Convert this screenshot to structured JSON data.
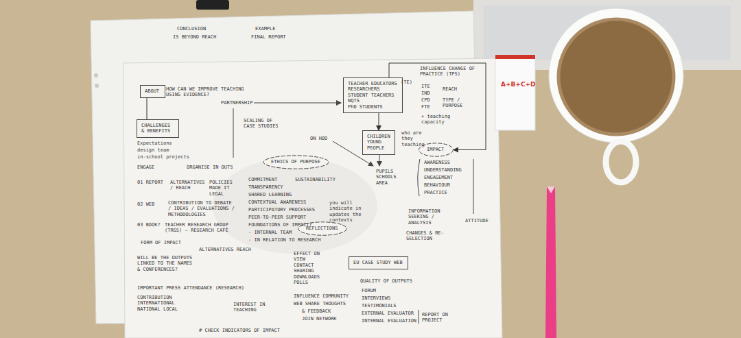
{
  "diagram": {
    "nodes": [
      {
        "text": [
          "ABOUT"
        ]
      },
      {
        "text": [
          "CHALLENGES & BENEFITS"
        ]
      },
      {
        "text": [
          "TEACHER EDUCATORS",
          "RESEARCHERS",
          "STUDENT TEACHERS",
          "NQTS",
          "PhD STUDENTS"
        ]
      },
      {
        "text": [
          "CHILDREN YOUNG PEOPLE"
        ]
      },
      {
        "text": [
          "ETHICS OF PURPOSE"
        ]
      },
      {
        "text": [
          "REFLECTIONS"
        ]
      },
      {
        "text": [
          "IMPACT"
        ]
      },
      {
        "text": [
          "EU CASE STUDY WEB"
        ]
      }
    ],
    "edges": [
      {
        "from": 0,
        "to": 1,
        "arrow": "none"
      },
      {
        "from": 2,
        "to": 3,
        "arrow": "to"
      },
      {
        "from": 2,
        "to": 6,
        "arrow": "to"
      }
    ],
    "labels": [
      "CONCLUSION",
      "IS BEYOND REACH",
      "EXAMPLE",
      "FINAL REPORT",
      "HOW CAN WE IMPROVE TEACHING USING EVIDENCE?",
      "Expectations",
      "design team",
      "in-school projects",
      "ENGAGE",
      "ORGANISE IN OUTS",
      "01 REPORT",
      "ALTERNATIVES / REACH",
      "POLICIES MADE IT LEGAL",
      "02 WEB",
      "CONTRIBUTION TO DEBATE / IDEAS / EVALUATIONS / METHODOLOGIES",
      "03 BOOK?",
      "TEACHER RESEARCH GROUP (TRGS) — RESEARCH CAFÉ",
      "FORM OF IMPACT",
      "ALTERNATIVES REACH",
      "WILL BE THE OUTPUTS LINKED TO THE NAMES & CONFERENCES?",
      "IMPORTANT PRESS ATTENDANCE (RESEARCH)",
      "CONTRIBUTION INTERNATIONAL NATIONAL LOCAL",
      "INTEREST IN TEACHING",
      "# CHECK INDICATORS OF IMPACT",
      "PARTNERSHIP",
      "SCALING OF CASE STUDIES",
      "COMMITMENT",
      "SUSTAINABILITY",
      "TRANSPARENCY",
      "SHARED LEARNING",
      "CONTEXTUAL AWARENESS",
      "PARTICIPATORY PROCESSES",
      "PEER-TO-PEER SUPPORT",
      "FOUNDATIONS OF IMPACT?",
      "- INTERNAL TEAM",
      "- IN RELATION TO RESEARCH",
      "ON HOD",
      "who are they teaching",
      "PUPILS SCHOOLS AREA",
      "you will indicate in updates the contexts",
      "INFLUENCE CHANGE OF PRACTICE (TPS)",
      "ITE",
      "IND",
      "CPD",
      "FTE",
      "REACH",
      "TYPE / PURPOSE",
      "+ teaching capacity",
      "(TE)",
      "AWARENESS",
      "UNDERSTANDING",
      "ENGAGEMENT",
      "BEHAVIOUR",
      "PRACTICE",
      "INFORMATION SEEKING / ANALYSIS",
      "CHANGES & RE-SELECTION",
      "ATTITUDE",
      "EFFECT ON VIEW CONTACT SHARING DOWNLOADS POLLS",
      "QUALITY OF OUTPUTS",
      "FORUM",
      "INTERVIEWS",
      "TESTIMONIALS",
      "EXTERNAL EVALUATOR",
      "INTERNAL EVALUATION",
      "REPORT ON PROJECT",
      "INFLUENCE COMMUNITY",
      "WEB SHARE THOUGHTS",
      "& FEEDBACK",
      "JOIN NETWORK",
      "A+B+C+D"
    ]
  }
}
